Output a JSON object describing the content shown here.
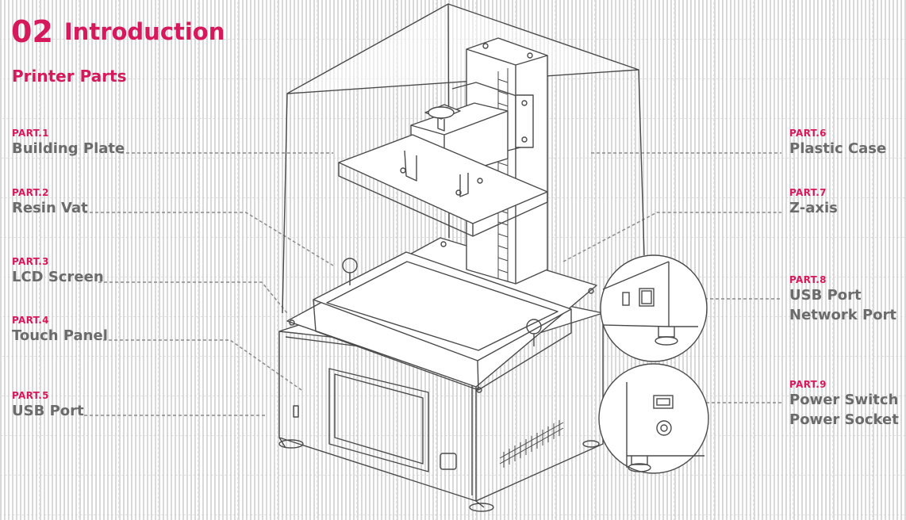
{
  "header": {
    "number": "02",
    "title": "Introduction"
  },
  "subtitle": "Printer Parts",
  "parts": [
    {
      "code": "PART.1",
      "names": [
        "Building Plate"
      ]
    },
    {
      "code": "PART.2",
      "names": [
        "Resin Vat"
      ]
    },
    {
      "code": "PART.3",
      "names": [
        "LCD Screen"
      ]
    },
    {
      "code": "PART.4",
      "names": [
        "Touch Panel"
      ]
    },
    {
      "code": "PART.5",
      "names": [
        "USB Port"
      ]
    },
    {
      "code": "PART.6",
      "names": [
        "Plastic Case"
      ]
    },
    {
      "code": "PART.7",
      "names": [
        "Z-axis"
      ]
    },
    {
      "code": "PART.8",
      "names": [
        "USB Port",
        "Network Port"
      ]
    },
    {
      "code": "PART.9",
      "names": [
        "Power Switch",
        "Power Socket"
      ]
    }
  ],
  "colors": {
    "accent": "#d6195a",
    "label_text": "#6b6b6b",
    "line_art": "#4a4a4a",
    "leader": "#8a8a8a"
  }
}
